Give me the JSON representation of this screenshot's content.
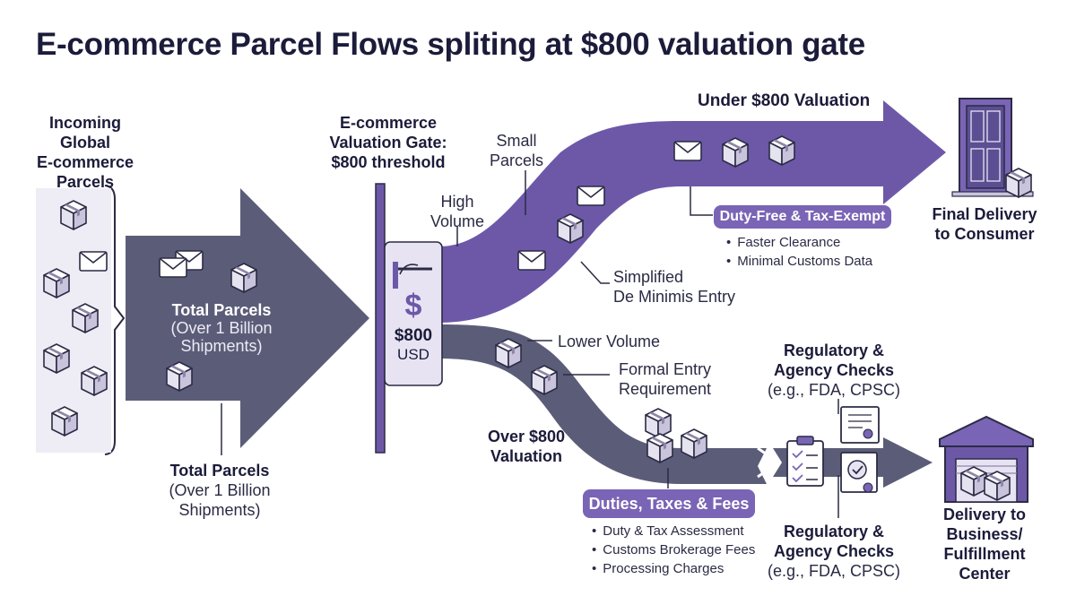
{
  "title": "E-commerce Parcel Flows spliting at $800 valuation gate",
  "colors": {
    "slate": "#5b5d78",
    "purple": "#6d58a8",
    "purple_light": "#7a64b5",
    "lavender": "#e7e3f3",
    "dark": "#1b1b3a"
  },
  "incoming": {
    "line1": "Incoming Global",
    "line2": "E-commerce",
    "line3": "Parcels"
  },
  "total_inside": {
    "title": "Total Parcels",
    "sub1": "(Over 1 Billion",
    "sub2": "Shipments)"
  },
  "total_below": {
    "title": "Total Parcels",
    "sub1": "(Over 1 Billion",
    "sub2": "Shipments)"
  },
  "gate": {
    "line1": "E-commerce",
    "line2": "Valuation Gate:",
    "line3": "$800 threshold",
    "symbol": "$",
    "amount": "$800",
    "currency": "USD"
  },
  "under": {
    "title": "Under $800 Valuation",
    "small1": "Small",
    "small2": "Parcels",
    "high1": "High",
    "high2": "Volume",
    "simplified1": "Simplified",
    "simplified2": "De Minimis Entry",
    "pill": "Duty-Free & Tax-Exempt",
    "bullets": [
      "Faster Clearance",
      "Minimal Customs Data"
    ],
    "dest1": "Final Delivery",
    "dest2": "to Consumer"
  },
  "over": {
    "lower": "Lower Volume",
    "formal1": "Formal Entry",
    "formal2": "Requirement",
    "title1": "Over $800",
    "title2": "Valuation",
    "pill": "Duties, Taxes & Fees",
    "bullets": [
      "Duty & Tax Assessment",
      "Customs Brokerage Fees",
      "Processing Charges"
    ],
    "reg_top1": "Regulatory &",
    "reg_top2": "Agency Checks",
    "reg_top3": "(e.g., FDA, CPSC)",
    "reg_bot1": "Regulatory &",
    "reg_bot2": "Agency Checks",
    "reg_bot3": "(e.g., FDA, CPSC)",
    "dest1": "Delivery to",
    "dest2": "Business/",
    "dest3": "Fulfillment",
    "dest4": "Center"
  }
}
